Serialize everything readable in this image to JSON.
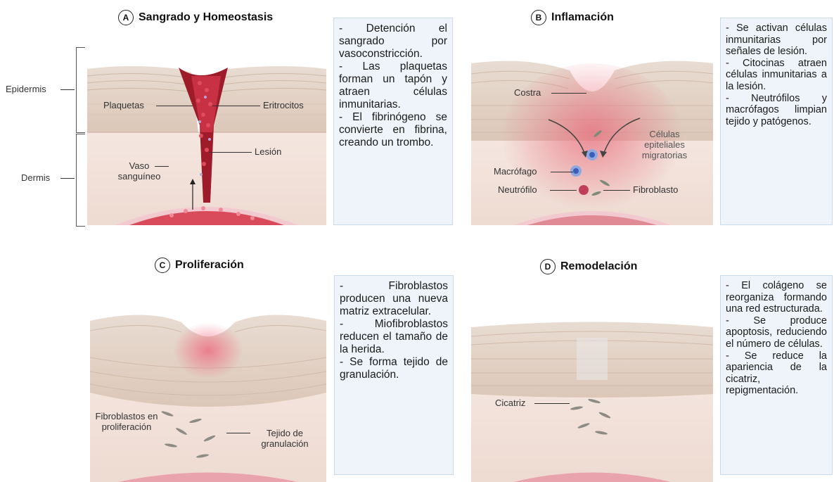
{
  "panels": {
    "a": {
      "letter": "A",
      "title": "Sangrado y Homeostasis",
      "bullets": [
        "- Detención el sangrado por vasoconstricción.",
        "- Las plaquetas forman un tapón y atraen células inmunitarias.",
        "- El fibrinógeno se convierte en fibrina, creando un trombo."
      ],
      "labels": {
        "plaquetas": "Plaquetas",
        "eritrocitos": "Eritrocitos",
        "lesion": "Lesión",
        "vaso": "Vaso sanguíneo"
      }
    },
    "b": {
      "letter": "B",
      "title": "Inflamación",
      "bullets": [
        "- Se activan células inmunitarias por señales de lesión.",
        "- Citocinas atraen células inmunitarias a la lesión.",
        "- Neutrófilos y macrófagos limpian tejido y patógenos."
      ],
      "labels": {
        "costra": "Costra",
        "celulas": "Células epiteliales migratorias",
        "macrofago": "Macrófago",
        "neutrofilo": "Neutrófilo",
        "fibroblasto": "Fibroblasto"
      }
    },
    "c": {
      "letter": "C",
      "title": "Proliferación",
      "bullets": [
        "- Fibroblastos producen una nueva matriz extracelular.",
        "- Miofibroblastos reducen el tamaño de la herida.",
        "- Se forma tejido de granulación."
      ],
      "labels": {
        "fibroblastos": "Fibroblastos en proliferación",
        "tejido": "Tejido de granulación"
      }
    },
    "d": {
      "letter": "D",
      "title": "Remodelación",
      "bullets": [
        "- El colágeno se reorganiza formando una red estructurada.",
        "- Se produce apoptosis, reduciendo el número de células.",
        "- Se reduce la apariencia de la cicatriz, repigmentación."
      ],
      "labels": {
        "cicatriz": "Cicatriz"
      }
    }
  },
  "side_labels": {
    "epidermis": "Epidermis",
    "dermis": "Dermis"
  }
}
